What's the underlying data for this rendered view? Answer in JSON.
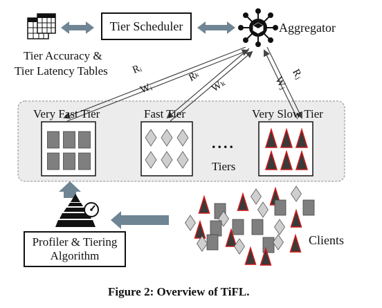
{
  "tables_label_line1": "Tier Accuracy &",
  "tables_label_line2": "Tier Latency Tables",
  "scheduler_label": "Tier Scheduler",
  "aggregator_label": "Aggregator",
  "tiers": [
    {
      "name": "Very Fast Tier"
    },
    {
      "name": "Fast Tier"
    },
    {
      "name": "Very Slow Tier"
    }
  ],
  "ellipsis": "....",
  "tiers_label": "Tiers",
  "profiler_line1": "Profiler & Tiering",
  "profiler_line2": "Algorithm",
  "clients_label": "Clients",
  "caption": "Figure 2: Overview of TiFL.",
  "arrow_labels": {
    "r_i": "Rᵢ",
    "w_i": "Wᵢ",
    "r_k": "Rₖ",
    "w_k": "Wₖ",
    "r_j": "Rⱼ",
    "w_j": "Wⱼ"
  },
  "colors": {
    "grey_rect": "#7f7f7f",
    "diamond": "#cfcfcf",
    "triangle": "#3a3a3a",
    "triangle_edge": "#d11a1a",
    "block_arrow": "#6f8594",
    "tier_panel": "#ececec"
  }
}
